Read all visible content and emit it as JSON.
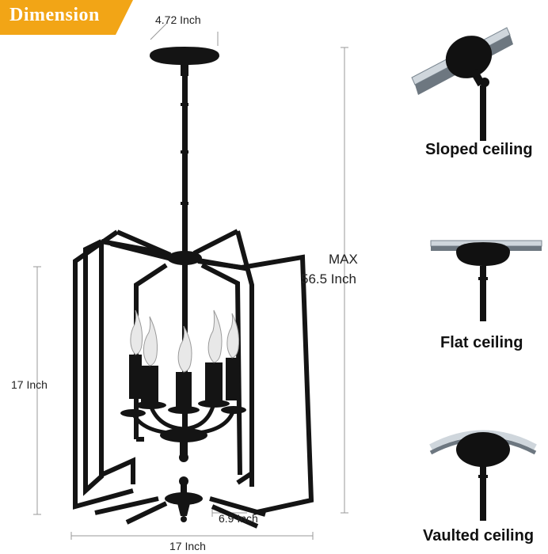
{
  "badge": {
    "label": "Dimension",
    "color": "#f2a516"
  },
  "dimensions": {
    "canopy_width": "4.72 Inch",
    "max_label": "MAX",
    "max_length": "56.5 Inch",
    "height": "17 Inch",
    "inner_width": "6.9 Inch",
    "width": "17 Inch"
  },
  "mount_options": [
    {
      "label": "Sloped ceiling"
    },
    {
      "label": "Flat ceiling"
    },
    {
      "label": "Vaulted ceiling"
    }
  ]
}
